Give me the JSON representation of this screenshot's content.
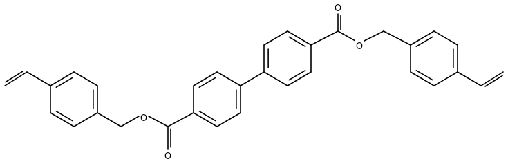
{
  "molecule": {
    "atom_labels": [
      "O",
      "O",
      "O",
      "O"
    ]
  }
}
